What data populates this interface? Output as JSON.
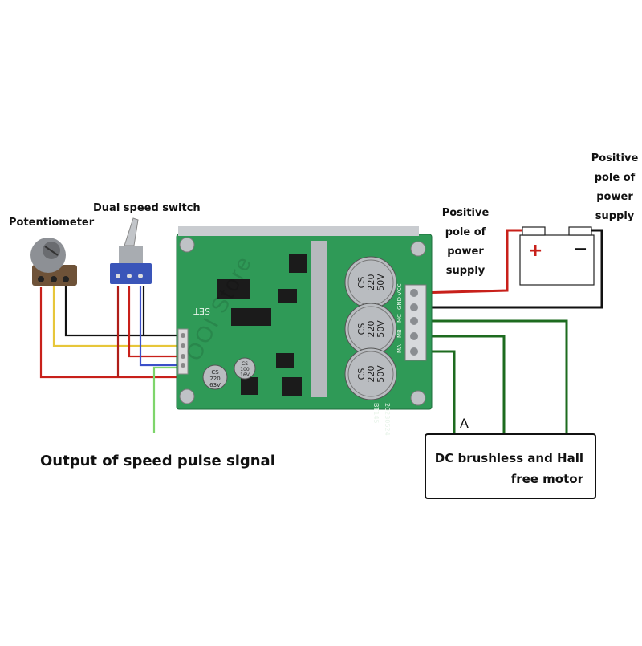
{
  "labels": {
    "potentiometer": "Potentiometer",
    "dual_speed_switch": "Dual speed switch",
    "positive_pole_lines_1": [
      "Positive",
      "pole of",
      "power",
      "supply"
    ],
    "positive_pole_lines_2": [
      "Positive",
      "pole of",
      "power",
      "supply"
    ],
    "output_signal": "Output of speed pulse signal",
    "motor_line_1": "DC brushless and Hall",
    "motor_line_2": "free motor",
    "phase_marker": "A"
  },
  "battery": {
    "plus": "+",
    "minus": "−"
  },
  "board": {
    "silk_set": "SET",
    "terminal_labels": [
      "VCC",
      "GND",
      "MC",
      "MB",
      "MA"
    ],
    "capacitor_text": [
      "CS",
      "220",
      "50V"
    ],
    "small_cap_1": [
      "CS",
      "220",
      "63V"
    ],
    "small_cap_2": [
      "CS",
      "100",
      "16V"
    ],
    "date_code": "20230524",
    "part_code": "BT145"
  },
  "watermark": "OOI Store",
  "colors": {
    "board_green": "#2f9a57",
    "wire_red": "#c8201a",
    "wire_black": "#111111",
    "wire_green": "#1d6b1f",
    "wire_yellow": "#e7c63a",
    "wire_blue": "#3b4fc9",
    "wire_lightgreen": "#7ed56b",
    "cap_gray": "#b9bcc0"
  }
}
